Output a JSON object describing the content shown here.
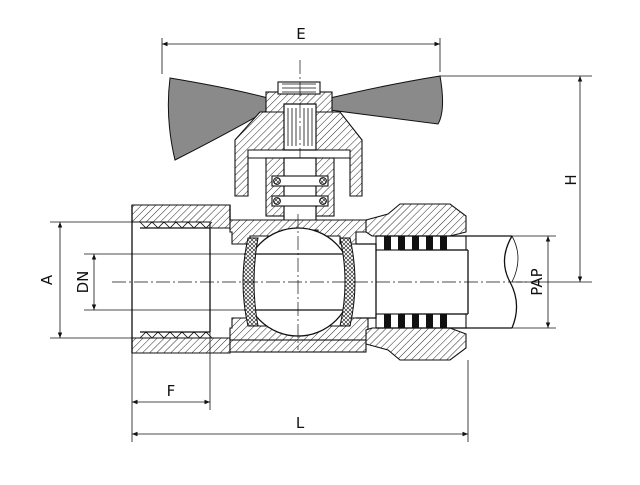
{
  "drawing": {
    "dimension_labels": {
      "E": "E",
      "H": "H",
      "A": "A",
      "DN": "DN",
      "PAP": "PAP",
      "F": "F",
      "L": "L"
    }
  }
}
